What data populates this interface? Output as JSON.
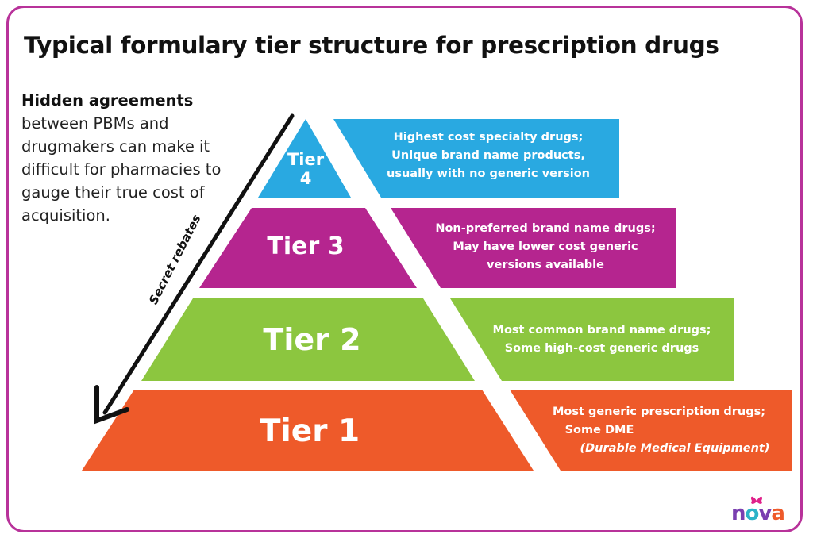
{
  "title": "Typical formulary tier structure for prescription drugs",
  "side_note": {
    "heading": "Hidden agreements",
    "body": "between PBMs and drugmakers can make it difficult for pharmacies to gauge their true cost of acquisition."
  },
  "arrow_label": "Secret rebates",
  "tiers": [
    {
      "label": "Tier 4",
      "label_line1": "Tier",
      "label_line2": "4",
      "color": "#29a9e1",
      "desc_lines": [
        "Highest cost specialty drugs;",
        "Unique brand name products,",
        "usually with no generic version"
      ]
    },
    {
      "label": "Tier 3",
      "color": "#b5258f",
      "desc_lines": [
        "Non-preferred brand name drugs;",
        "May have lower cost generic",
        "versions available"
      ]
    },
    {
      "label": "Tier 2",
      "color": "#8cc63f",
      "desc_lines": [
        "Most common brand name drugs;",
        "Some high-cost generic drugs"
      ]
    },
    {
      "label": "Tier 1",
      "color": "#ee5a2a",
      "desc_lines": [
        "Most generic prescription drugs;",
        "Some DME",
        "(Durable Medical Equipment)"
      ]
    }
  ],
  "logo": {
    "letters": [
      "n",
      "o",
      "v",
      "a"
    ],
    "colors": [
      "#7a3fb0",
      "#2bb3c8",
      "#7a3fb0",
      "#ee5a2a"
    ],
    "accent": "#e0208a"
  },
  "frame_color": "#b8329a"
}
